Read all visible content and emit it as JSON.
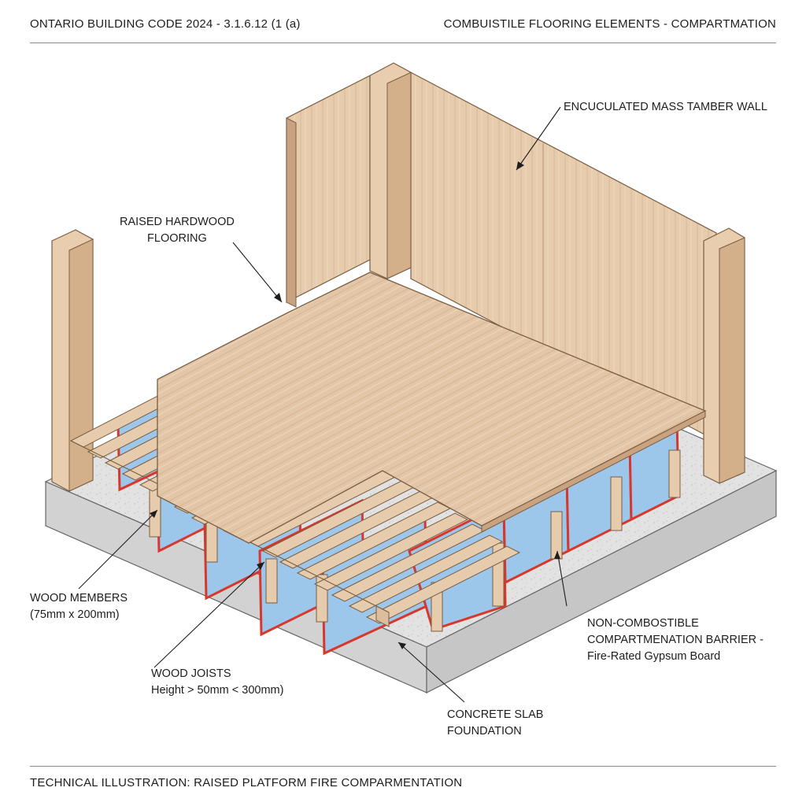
{
  "header": {
    "left_title": "ONTARIO BUILDING CODE 2024 - 3.1.6.12 (1 (a)",
    "right_title": "COMBUISTILE FLOORING ELEMENTS - COMPARTMATION"
  },
  "labels": {
    "mass_timber_wall": "ENCUCULATED MASS TAMBER WALL",
    "raised_flooring": [
      "RAISED HARDWOOD",
      "FLOORING"
    ],
    "wood_members": [
      "WOOD MEMBERS",
      "(75mm x 200mm)"
    ],
    "wood_joists": [
      "WOOD JOISTS",
      "Height > 50mm < 300mm)"
    ],
    "barrier": [
      "NON-COMBOSTIBLE",
      "COMPARTMENATION BARRIER -",
      "Fire-Rated Gypsum Board"
    ],
    "concrete": [
      "CONCRETE SLAB",
      "FOUNDATION"
    ]
  },
  "footer": {
    "caption": "TECHNICAL ILLUSTRATION: RAISED PLATFORM FIRE COMPARMENTATION"
  },
  "colors": {
    "wood": "#e3c6a8",
    "wood_dark": "#c9a37f",
    "wood_shadow": "#b78f6b",
    "gypsum_blue": "#9cc6ea",
    "fire_red": "#d8372b",
    "concrete": "#dedede",
    "concrete_side": "#cfcfcf"
  }
}
